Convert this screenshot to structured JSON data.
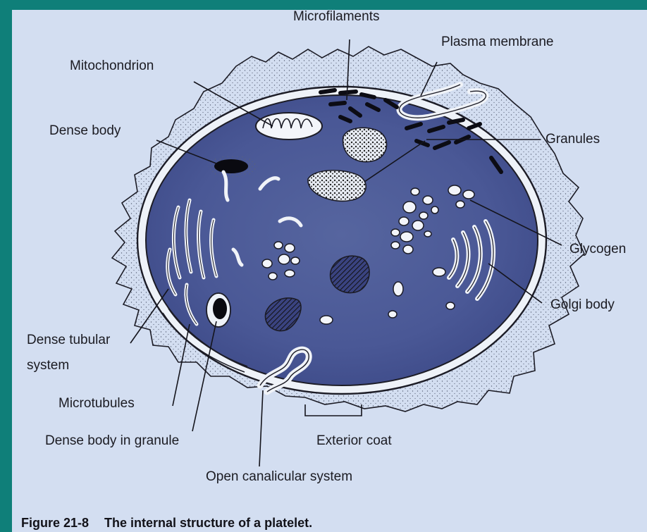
{
  "figure": {
    "caption_number": "Figure 21-8",
    "caption_text": "The internal structure of a platelet."
  },
  "labels": {
    "microfilaments": "Microfilaments",
    "plasma_membrane": "Plasma membrane",
    "mitochondrion": "Mitochondrion",
    "dense_body": "Dense body",
    "granules": "Granules",
    "glycogen": "Glycogen",
    "golgi_body": "Golgi body",
    "dense_tubular_line1": "Dense tubular",
    "dense_tubular_line2": "system",
    "microtubules": "Microtubules",
    "dense_body_in_granule": "Dense body in granule",
    "exterior_coat": "Exterior coat",
    "open_canalicular_system": "Open canalicular system"
  },
  "colors": {
    "frame": "#0f7f79",
    "paper": "#d3def1",
    "cytoplasm": "#4b5a9a",
    "ink": "#161620"
  }
}
